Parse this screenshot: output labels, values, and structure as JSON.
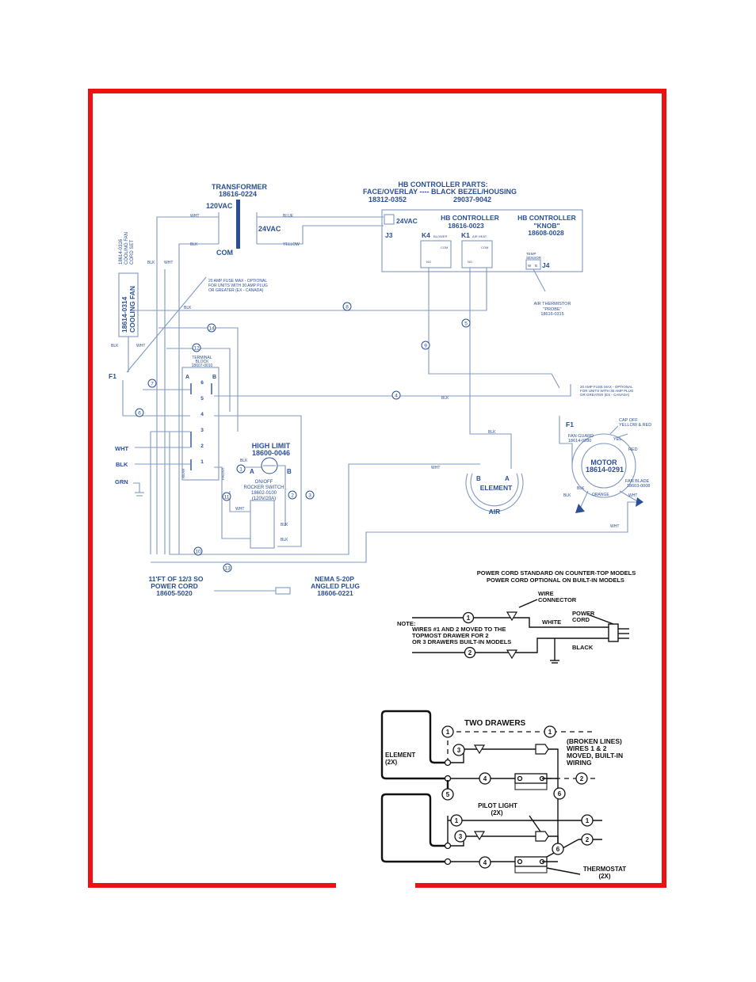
{
  "colors": {
    "frame": "#ee1111",
    "wire": "#7f98c4",
    "label": "#2a4f96",
    "ink": "#111111"
  },
  "transformer": {
    "title": "TRANSFORMER",
    "part": "18616-0224",
    "primary": "120VAC",
    "secondary": "24VAC",
    "com": "COM"
  },
  "controller_parts": {
    "title": "HB CONTROLLER PARTS:",
    "line": "FACE/OVERLAY ---- BLACK BEZEL/HOUSING",
    "part_a": "18312-0352",
    "part_b": "29037-9042"
  },
  "controller": {
    "vac": "24VAC",
    "title": "HB CONTROLLER",
    "part": "18616-0023",
    "j3": "J3",
    "k4": "K4",
    "k4_sub": "BLOWER",
    "k1": "K1",
    "k1_sub": "AIR HEAT",
    "no": "NO",
    "com": "COM"
  },
  "knob": {
    "title": "HB CONTROLLER",
    "name": "\"KNOB\"",
    "part": "18608-0028"
  },
  "temp_sensor": {
    "label_a": "TEMP",
    "label_b": "SENSOR",
    "j4": "J4",
    "pin_w": "W",
    "pin_b": "B"
  },
  "probe": {
    "line1": "AIR THERMISTOR",
    "line2": "\"PROBE\"",
    "line3": "18616-0315"
  },
  "fan_cord": {
    "line1": "18614-0316",
    "line2": "COOLING FAN",
    "line3": "CORD SET"
  },
  "cooling_fan": {
    "part": "18614-0314",
    "name": "COOLING FAN"
  },
  "fuse_note_left": {
    "line1": "20 AMP FUSE MAX - OPTIONAL",
    "line2": "FOR UNITS WITH 30 AMP PLUG",
    "line3": "OR GREATER (EX - CANADA)"
  },
  "fuse_note_right": {
    "line1": "20 AMP FUSE MAX - OPTIONAL",
    "line2": "FOR UNITS WITH 30 AMP PLUG",
    "line3": "OR GREATER (EX - CANADA)"
  },
  "fuse": {
    "f1": "F1"
  },
  "terminal_block": {
    "title": "TERMINAL",
    "title2": "BLOCK",
    "part": "18607-0010",
    "a": "A",
    "b": "B",
    "rows": [
      "6",
      "5",
      "4",
      "3",
      "2",
      "1"
    ],
    "rear": "REAR",
    "front": "FRONT"
  },
  "high_limit": {
    "title": "HIGH LIMIT",
    "part": "18600-0046",
    "a": "A",
    "b": "B"
  },
  "rocker": {
    "line1": "ON/OFF",
    "line2": "ROCKER SWITCH",
    "line3": "18602-0100",
    "line4": "(120V/20A)"
  },
  "inputs": {
    "wht": "WHT",
    "blk": "BLK",
    "grn": "GRN"
  },
  "motor": {
    "title": "MOTOR",
    "part": "18614-0291",
    "fan_guard": "FAN GUARD",
    "fan_guard_part": "18614-0280",
    "cap": "CAP OFF",
    "cap2": "YELLOW & RED",
    "yel": "YEL",
    "red": "RED",
    "blade": "FAN BLADE",
    "blade_part": "18603-0008",
    "blk": "BLK",
    "orange": "ORANGE",
    "wht": "WHT"
  },
  "element": {
    "b": "B",
    "a": "A",
    "name": "ELEMENT",
    "air": "AIR"
  },
  "wire_labels": {
    "wht": "WHT",
    "blk": "BLK",
    "blue": "BLUE",
    "yellow": "YELLOW"
  },
  "wire_numbers": [
    "1",
    "2",
    "3",
    "4",
    "5",
    "6",
    "7",
    "8",
    "9",
    "10",
    "11",
    "12",
    "13",
    "14"
  ],
  "cord": {
    "line1": "11'FT OF 12/3 SO",
    "line2": "POWER CORD",
    "line3": "18605-5020"
  },
  "plug": {
    "line1": "NEMA 5-20P",
    "line2": "ANGLED PLUG",
    "line3": "18606-0221"
  },
  "cord_note": {
    "line1": "POWER CORD STANDARD ON COUNTER-TOP MODELS",
    "line2": "POWER CORD OPTIONAL ON BUILT-IN MODELS",
    "wire_connector": "WIRE",
    "wire_connector2": "CONNECTOR",
    "power_cord": "POWER",
    "power_cord2": "CORD",
    "white": "WHITE",
    "black": "BLACK",
    "note_title": "NOTE:",
    "note1": "WIRES #1 AND 2 MOVED TO THE",
    "note2": "TOPMOST DRAWER FOR 2",
    "note3": "OR 3 DRAWERS BUILT-IN MODELS"
  },
  "two_drawers": {
    "title": "TWO DRAWERS",
    "broken1": "(BROKEN LINES)",
    "broken2": "WIRES 1 & 2",
    "broken3": "MOVED, BUILT-IN",
    "broken4": "WIRING",
    "element": "ELEMENT",
    "element2": "(2X)",
    "pilot": "PILOT LIGHT",
    "pilot2": "(2X)",
    "thermostat": "THERMOSTAT",
    "thermostat2": "(2X)"
  }
}
